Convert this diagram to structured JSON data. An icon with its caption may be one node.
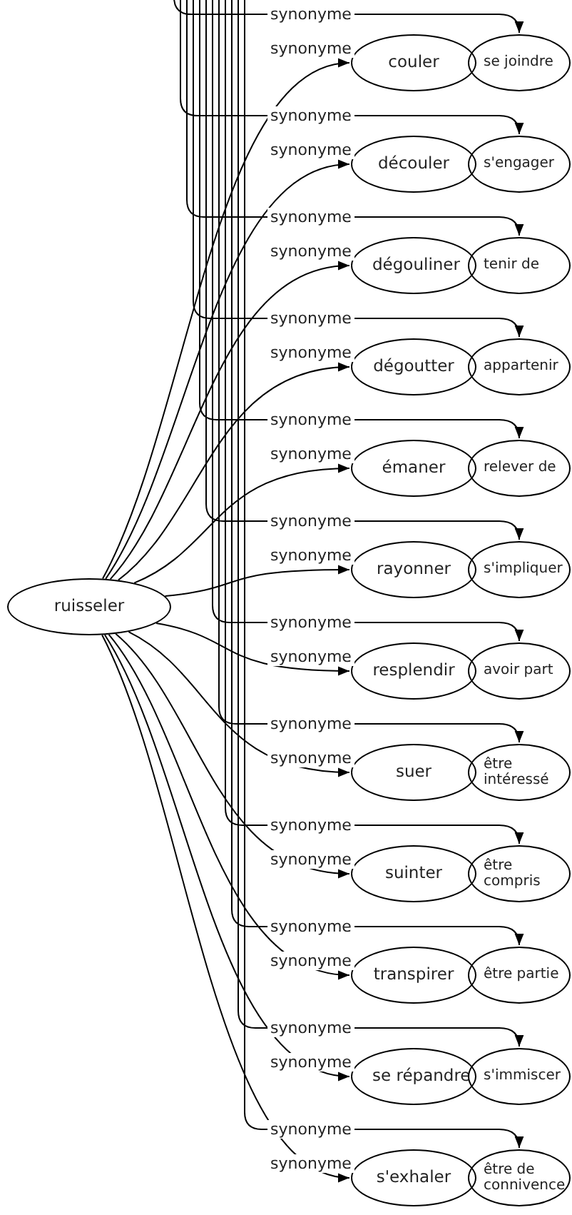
{
  "diagram": {
    "nodes": [
      {
        "text": [
          "ruisseler"
        ]
      },
      {
        "text": [
          "couler"
        ]
      },
      {
        "text": [
          "découler"
        ]
      },
      {
        "text": [
          "dégouliner"
        ]
      },
      {
        "text": [
          "dégoutter"
        ]
      },
      {
        "text": [
          "émaner"
        ]
      },
      {
        "text": [
          "rayonner"
        ]
      },
      {
        "text": [
          "resplendir"
        ]
      },
      {
        "text": [
          "suer"
        ]
      },
      {
        "text": [
          "suinter"
        ]
      },
      {
        "text": [
          "transpirer"
        ]
      },
      {
        "text": [
          "se répandre"
        ]
      },
      {
        "text": [
          "s'exhaler"
        ]
      },
      {
        "text": [
          "se joindre"
        ]
      },
      {
        "text": [
          "s'engager"
        ]
      },
      {
        "text": [
          "tenir de"
        ]
      },
      {
        "text": [
          "appartenir"
        ]
      },
      {
        "text": [
          "relever de"
        ]
      },
      {
        "text": [
          "s'impliquer"
        ]
      },
      {
        "text": [
          "avoir part"
        ]
      },
      {
        "text": [
          "être intéressé"
        ]
      },
      {
        "text": [
          "être compris"
        ]
      },
      {
        "text": [
          "être partie"
        ]
      },
      {
        "text": [
          "s'immiscer"
        ]
      },
      {
        "text": [
          "être de connivence"
        ]
      }
    ],
    "edges": [
      {
        "from": null,
        "to": 13,
        "arrow": "to",
        "label": "synonyme"
      },
      {
        "from": 0,
        "to": 1,
        "arrow": "to",
        "label": "synonyme"
      },
      {
        "from": null,
        "to": 14,
        "arrow": "to",
        "label": "synonyme"
      },
      {
        "from": 0,
        "to": 2,
        "arrow": "to",
        "label": "synonyme"
      },
      {
        "from": null,
        "to": 15,
        "arrow": "to",
        "label": "synonyme"
      },
      {
        "from": 0,
        "to": 3,
        "arrow": "to",
        "label": "synonyme"
      },
      {
        "from": null,
        "to": 16,
        "arrow": "to",
        "label": "synonyme"
      },
      {
        "from": 0,
        "to": 4,
        "arrow": "to",
        "label": "synonyme"
      },
      {
        "from": null,
        "to": 17,
        "arrow": "to",
        "label": "synonyme"
      },
      {
        "from": 0,
        "to": 5,
        "arrow": "to",
        "label": "synonyme"
      },
      {
        "from": null,
        "to": 18,
        "arrow": "to",
        "label": "synonyme"
      },
      {
        "from": 0,
        "to": 6,
        "arrow": "to",
        "label": "synonyme"
      },
      {
        "from": null,
        "to": 19,
        "arrow": "to",
        "label": "synonyme"
      },
      {
        "from": 0,
        "to": 7,
        "arrow": "to",
        "label": "synonyme"
      },
      {
        "from": null,
        "to": 20,
        "arrow": "to",
        "label": "synonyme"
      },
      {
        "from": 0,
        "to": 8,
        "arrow": "to",
        "label": "synonyme"
      },
      {
        "from": null,
        "to": 21,
        "arrow": "to",
        "label": "synonyme"
      },
      {
        "from": 0,
        "to": 9,
        "arrow": "to",
        "label": "synonyme"
      },
      {
        "from": null,
        "to": 22,
        "arrow": "to",
        "label": "synonyme"
      },
      {
        "from": 0,
        "to": 10,
        "arrow": "to",
        "label": "synonyme"
      },
      {
        "from": null,
        "to": 23,
        "arrow": "to",
        "label": "synonyme"
      },
      {
        "from": 0,
        "to": 11,
        "arrow": "to",
        "label": "synonyme"
      },
      {
        "from": null,
        "to": 24,
        "arrow": "to",
        "label": "synonyme"
      },
      {
        "from": 0,
        "to": 12,
        "arrow": "to",
        "label": "synonyme"
      }
    ]
  }
}
